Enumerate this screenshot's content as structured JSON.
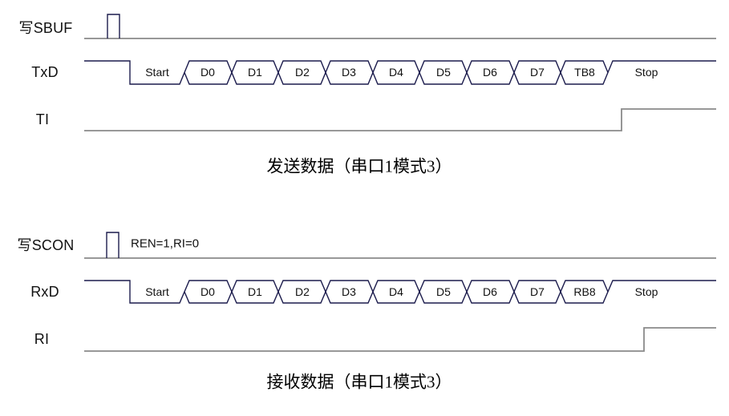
{
  "colors": {
    "bus_line": "#1c1c4d",
    "signal_line": "#8a8a8a",
    "text": "#111111"
  },
  "diagrams": [
    {
      "write_signal_label": "写SBUF",
      "data_signal_label": "TxD",
      "bits": [
        "Start",
        "D0",
        "D1",
        "D2",
        "D3",
        "D4",
        "D5",
        "D6",
        "D7",
        "TB8",
        "Stop"
      ],
      "flag_signal_label": "TI",
      "caption": "发送数据（串口1模式3）"
    },
    {
      "write_signal_label": "写SCON",
      "write_annotation": "REN=1,RI=0",
      "data_signal_label": "RxD",
      "bits": [
        "Start",
        "D0",
        "D1",
        "D2",
        "D3",
        "D4",
        "D5",
        "D6",
        "D7",
        "RB8",
        "Stop"
      ],
      "flag_signal_label": "RI",
      "caption": "接收数据（串口1模式3）"
    }
  ]
}
